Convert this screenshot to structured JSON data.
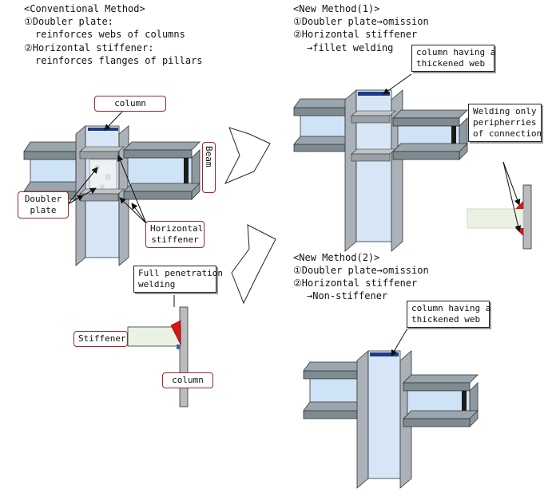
{
  "conventional": {
    "title": "<Conventional Method>",
    "item1_head": "①Doubler plate:",
    "item1_body": "reinforces webs of columns",
    "item2_head": "②Horizontal stiffener:",
    "item2_body": "reinforces flanges of pillars",
    "label_column": "column",
    "label_beam": "Beam",
    "label_doubler": "Doubler\nplate",
    "label_horizontal": "Horizontal\nstiffener",
    "label_full_penetration": "Full penetration\nwelding",
    "label_stiffener": "Stiffener",
    "label_column_bottom": "column"
  },
  "method1": {
    "title": "<New Method(1)>",
    "item1": "①Doubler plate→omission",
    "item2": "②Horizontal stiffener",
    "item2_sub": "→fillet welding",
    "callout_web": "column having a\nthickened web",
    "callout_welding": "Welding only\nperipherries\nof connection"
  },
  "method2": {
    "title": "<New Method(2)>",
    "item1": "①Doubler plate→omission",
    "item2": "②Horizontal stiffener",
    "item2_sub": "→Non-stiffener",
    "callout_web": "column having a\nthickened web"
  },
  "colors": {
    "column_face": "#c6cbd2",
    "column_web": "#d7e6f6",
    "beam_flange": "#7e8c92",
    "beam_web": "#cfe3f7",
    "weld": "#d31616",
    "callout_border": "#9a2a2a"
  }
}
